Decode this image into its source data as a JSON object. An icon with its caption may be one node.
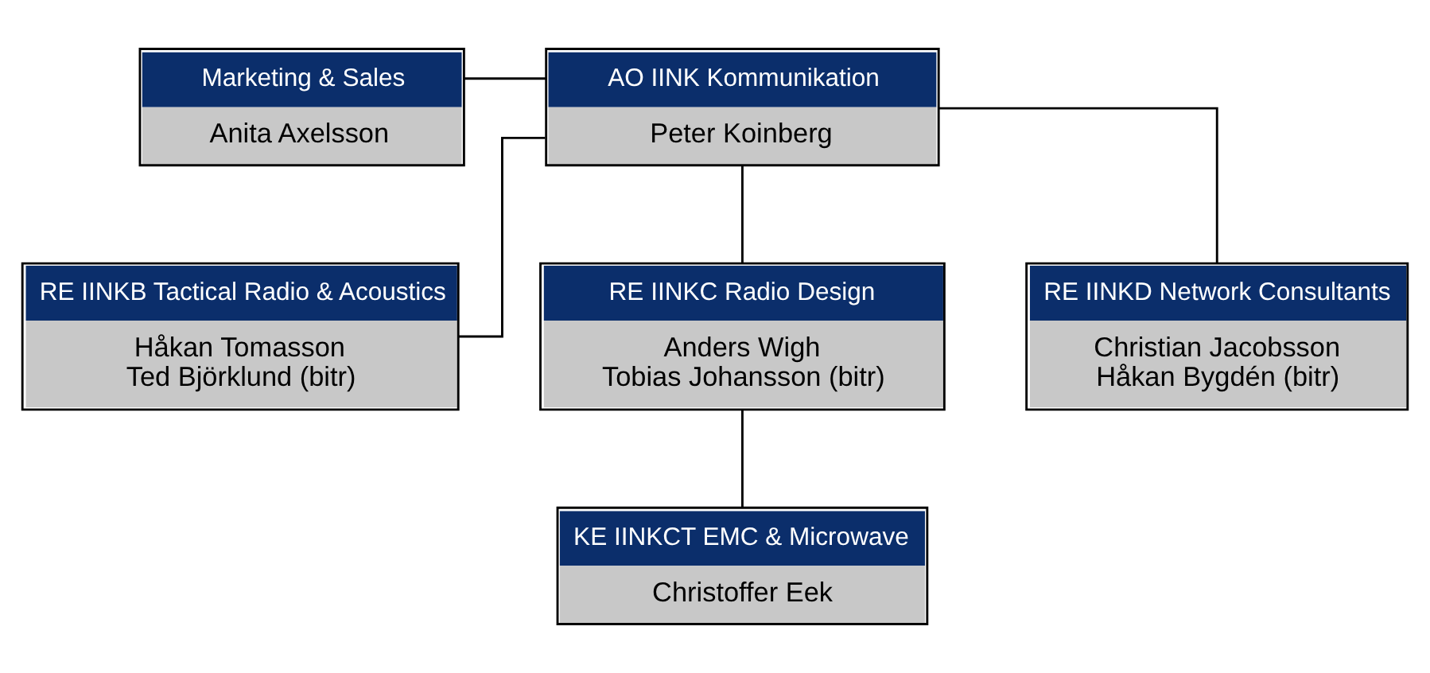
{
  "diagram": {
    "nodes": [
      {
        "text": [
          "AO IINK Kommunikation",
          "Peter Koinberg"
        ]
      },
      {
        "text": [
          "Marketing & Sales",
          "Anita Axelsson"
        ]
      },
      {
        "text": [
          "RE IINKB Tactical Radio & Acoustics",
          "Håkan Tomasson",
          "Ted Björklund (bitr)"
        ]
      },
      {
        "text": [
          "RE IINKC Radio Design",
          "Anders Wigh",
          "Tobias Johansson (bitr)"
        ]
      },
      {
        "text": [
          "RE IINKD Network Consultants",
          "Christian Jacobsson",
          "Håkan Bygdén (bitr)"
        ]
      },
      {
        "text": [
          "KE IINKCT EMC & Microwave",
          "Christoffer Eek"
        ]
      }
    ],
    "edges": [
      {
        "from": 0,
        "to": 1,
        "arrow": "none"
      },
      {
        "from": 0,
        "to": 2,
        "arrow": "none"
      },
      {
        "from": 0,
        "to": 3,
        "arrow": "none"
      },
      {
        "from": 0,
        "to": 4,
        "arrow": "none"
      },
      {
        "from": 3,
        "to": 5,
        "arrow": "none"
      }
    ]
  }
}
